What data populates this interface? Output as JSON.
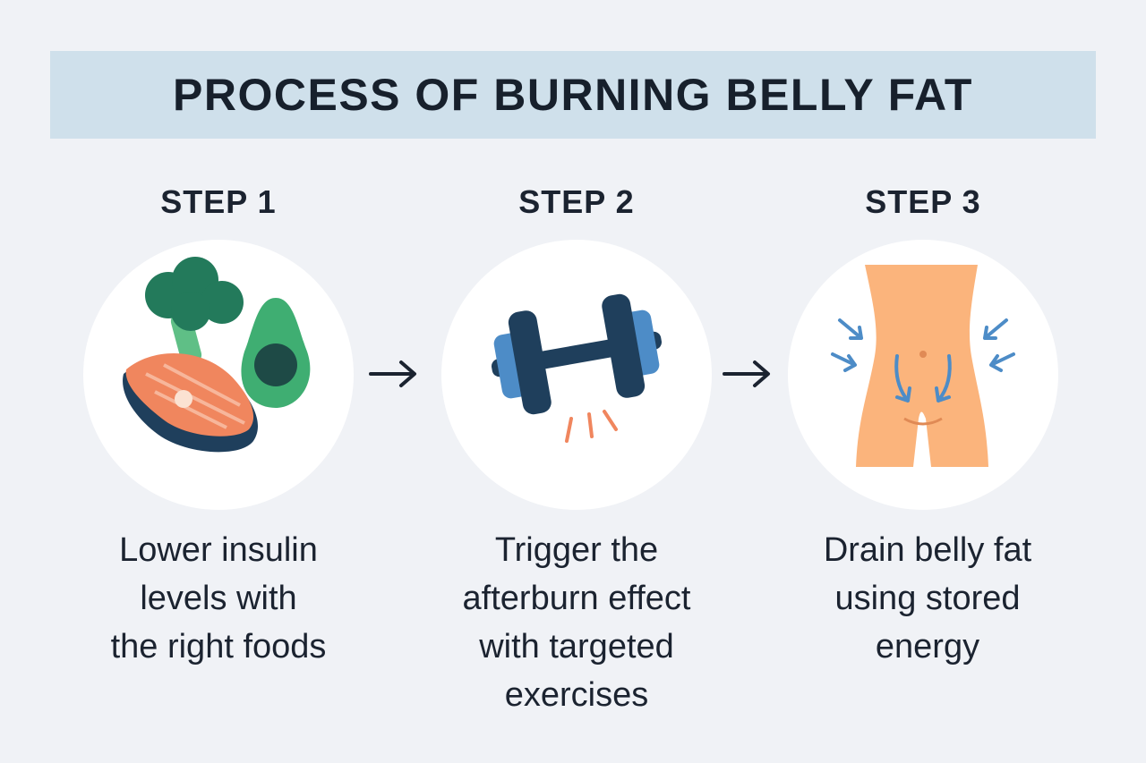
{
  "title": "PROCESS OF BURNING BELLY FAT",
  "steps": [
    {
      "label": "STEP 1",
      "icon": "healthy-foods-icon",
      "lines": [
        "Lower insulin",
        "levels with",
        "the right foods"
      ]
    },
    {
      "label": "STEP 2",
      "icon": "dumbbell-icon",
      "lines": [
        "Trigger the",
        "afterburn effect",
        "with targeted",
        "exercises"
      ]
    },
    {
      "label": "STEP 3",
      "icon": "belly-icon",
      "lines": [
        "Drain belly fat",
        "using stored",
        "energy"
      ]
    }
  ],
  "colors": {
    "banner": "#cfe0eb",
    "background": "#f0f2f6",
    "text": "#1b2330"
  }
}
